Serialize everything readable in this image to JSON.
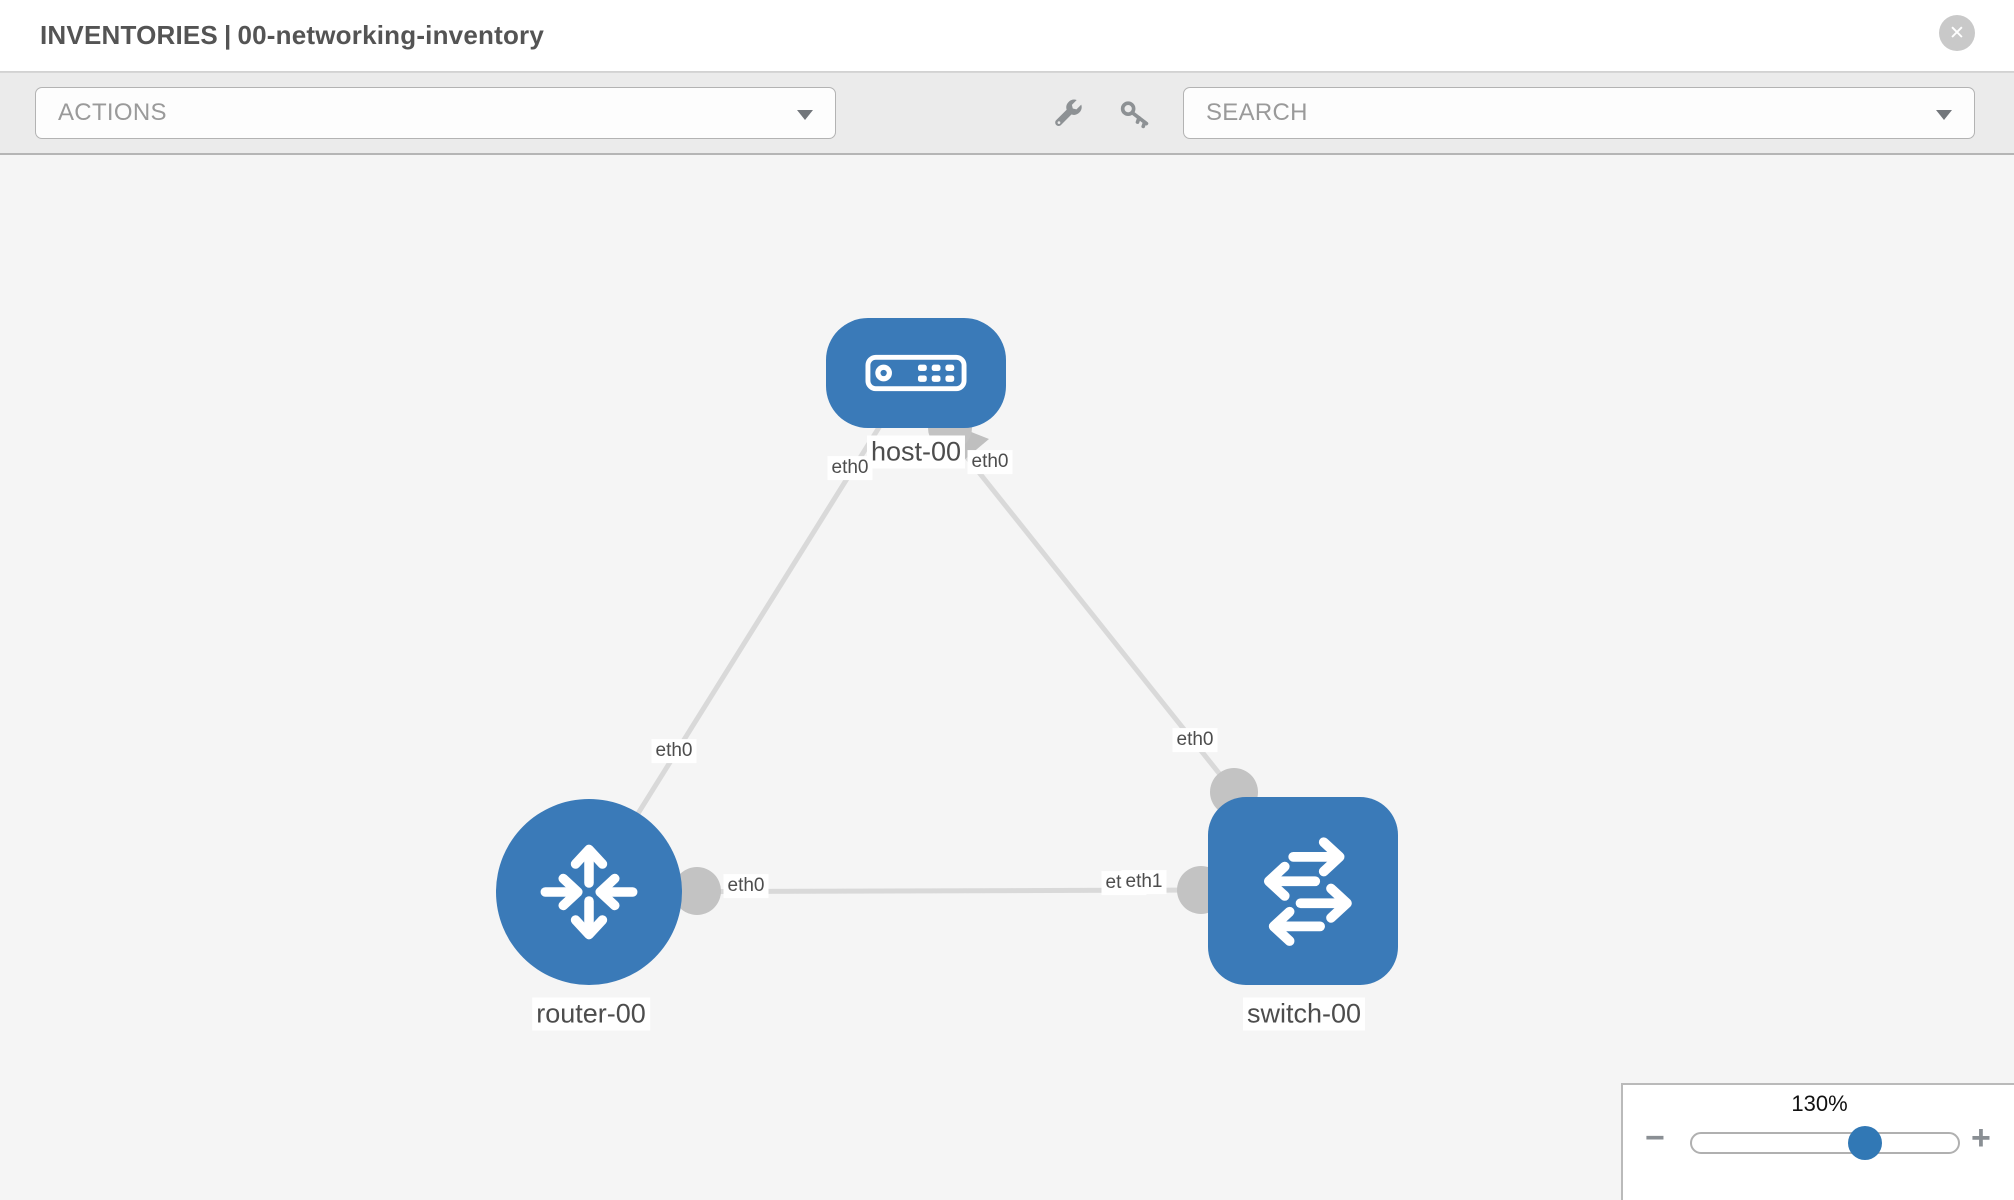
{
  "header": {
    "section": "INVENTORIES",
    "divider": "|",
    "inventory_name": "00-networking-inventory",
    "close_glyph": "✕"
  },
  "toolbar": {
    "actions_label": "ACTIONS",
    "search_label": "SEARCH",
    "icons": [
      "wrench",
      "key"
    ]
  },
  "topology": {
    "nodes": [
      {
        "label": "host-00",
        "type": "host"
      },
      {
        "label": "router-00",
        "type": "router"
      },
      {
        "label": "switch-00",
        "type": "switch"
      }
    ],
    "links": [
      {
        "from": "router-00",
        "from_if": "eth0",
        "to": "host-00",
        "to_if": "eth0"
      },
      {
        "from": "host-00",
        "from_if": "eth0",
        "to": "switch-00",
        "to_if": "eth0"
      },
      {
        "from": "router-00",
        "from_if": "eth0",
        "to": "switch-00",
        "to_if": "eth1"
      }
    ],
    "occluded_label": "eth0"
  },
  "zoom_control": {
    "value_label": "130%",
    "percent": 130,
    "minus_glyph": "−",
    "plus_glyph": "+"
  },
  "colors": {
    "node_blue": "#3a7ab8",
    "slider_blue": "#3178b5",
    "link_gray": "#d9d9d9",
    "endpoint_gray": "#c3c3c3",
    "toolbar_gray": "#ebebeb",
    "canvas_gray": "#f5f5f5"
  }
}
